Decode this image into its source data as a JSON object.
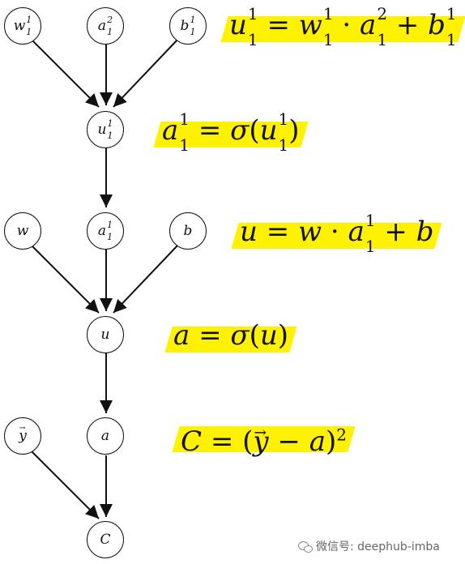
{
  "nodes": {
    "w11": {
      "base": "w",
      "sup": "1",
      "sub": "1"
    },
    "a21": {
      "base": "a",
      "sup": "2",
      "sub": "1"
    },
    "b11": {
      "base": "b",
      "sup": "1",
      "sub": "1"
    },
    "u11": {
      "base": "u",
      "sup": "1",
      "sub": "1"
    },
    "a11": {
      "base": "a",
      "sup": "1",
      "sub": "1"
    },
    "w": {
      "base": "w"
    },
    "b": {
      "base": "b"
    },
    "u": {
      "base": "u"
    },
    "a": {
      "base": "a"
    },
    "y": {
      "base": "y"
    },
    "C": {
      "base": "C"
    }
  },
  "equations": {
    "eq1": {
      "lhs": "u",
      "lhs_sup": "1",
      "lhs_sub": "1",
      "op": " = ",
      "t1": "w",
      "t1_sup": "1",
      "t1_sub": "1",
      "dot": " · ",
      "t2": "a",
      "t2_sup": "2",
      "t2_sub": "1",
      "plus": " + ",
      "t3": "b",
      "t3_sup": "1",
      "t3_sub": "1"
    },
    "eq2": {
      "lhs": "a",
      "lhs_sup": "1",
      "lhs_sub": "1",
      "op": " = ",
      "fn": "σ",
      "open": "(",
      "arg": "u",
      "arg_sup": "1",
      "arg_sub": "1",
      "close": ")"
    },
    "eq3": {
      "lhs": "u",
      "op": " = ",
      "t1": "w",
      "dot": " · ",
      "t2": "a",
      "t2_sup": "1",
      "t2_sub": "1",
      "plus": " + ",
      "t3": "b"
    },
    "eq4": {
      "lhs": "a",
      "op": " = ",
      "fn": "σ",
      "open": "(",
      "arg": "u",
      "close": ")"
    },
    "eq5": {
      "lhs": "C",
      "op": " = ",
      "open": "(",
      "t1": "y",
      "minus": " − ",
      "t2": "a",
      "close": ")",
      "exp": "2"
    }
  },
  "watermark": "微信号: deephub-imba",
  "colors": {
    "highlight": "#fff200",
    "stroke": "#111111"
  }
}
